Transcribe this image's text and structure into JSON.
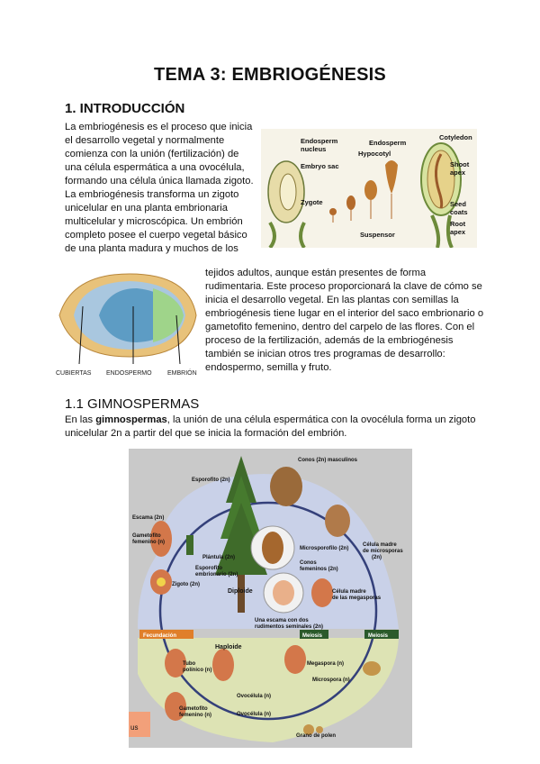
{
  "doc": {
    "title": "TEMA 3: EMBRIOGÉNESIS",
    "section1": "1. INTRODUCCIÓN",
    "intro_p1": "La embriogénesis es el proceso que inicia el desarrollo vegetal y normalmente comienza con la unión (fertilización) de una célula espermática a una ovocélula, formando una célula única llamada zigoto. La embriogénesis transforma un zigoto unicelular en una planta embrionaria multicelular y microscópica. Un embrión completo posee el cuerpo vegetal básico de una planta madura y muchos de los",
    "intro_p2": "tejidos adultos, aunque están presentes de forma rudimentaria. Este proceso proporcionará la clave de cómo se inicia el desarrollo vegetal. En las plantas con semillas la embriogénesis tiene lugar en el interior del saco embrionario o gametofito femenino, dentro del carpelo de las flores. Con el proceso de la fertilización, además de la embriogénesis también se inician otros tres programas de desarrollo: endospermo, semilla y fruto.",
    "section2": "1.1 GIMNOSPERMAS",
    "gimno_pre": "En las ",
    "gimno_bold": "gimnospermas",
    "gimno_post": ", la unión de una célula espermática con la ovocélula forma un zigoto unicelular 2n a partir del que se inicia la formación del embrión."
  },
  "figure1": {
    "labels": [
      "Endosperm nucleus",
      "Embryo sac",
      "Zygote",
      "Endosperm",
      "Hypocotyl",
      "Suspensor",
      "Cotyledon",
      "Shoot apex",
      "Seed coats",
      "Root apex"
    ]
  },
  "figure2": {
    "labels": [
      "CUBIERTAS",
      "ENDOSPERMO",
      "EMBRIÓN"
    ]
  },
  "figure3": {
    "labels": {
      "conos_masc": "Conos (2n) masculinos",
      "esporofito": "Esporofito (2n)",
      "celula_madre_micro": "Célula madre de microsporas (2n)",
      "escama": "Escama (2n)",
      "gametofito_fem": "Gametofito femenino (n)",
      "plantula": "Plántula (2n)",
      "esporofito_emb": "Esporofito embrionario (2n)",
      "microsporofilo": "Microsporofilo (2n)",
      "conos_fem": "Conos femeninos (2n)",
      "zigoto": "Zigoto (2n)",
      "diploide": "Diploide",
      "celula_madre_mega": "Célula madre de las megasporas",
      "escama_rud": "Una escama con dos rudimentos seminales (2n)",
      "fecundacion": "Fecundación",
      "meiosis1": "Meiosis",
      "meiosis2": "Meiosis",
      "haploide": "Haploide",
      "tubo": "Tubo polínico (n)",
      "megaspora": "Megaspora (n)",
      "microspora": "Microspora (n)",
      "gametofito_fem2": "Gametofito femenino (n)",
      "ovocelula1": "Ovocélula (n)",
      "ovocelula2": "Ovocélula (n)",
      "grano": "Grano de polen",
      "corner": "us"
    }
  }
}
